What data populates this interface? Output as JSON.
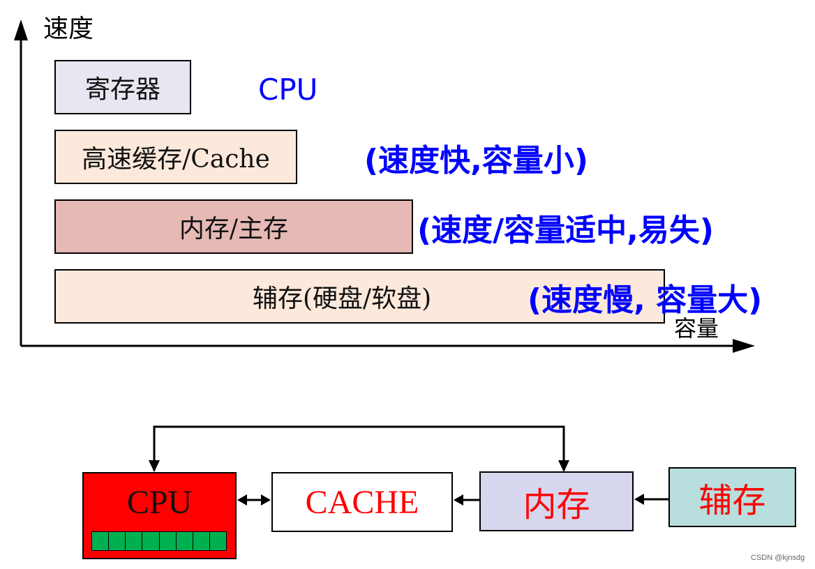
{
  "hierarchy": {
    "y_axis_label": "速度",
    "x_axis_label": "容量",
    "cpu_label": "CPU",
    "levels": [
      {
        "label": "寄存器",
        "note": "",
        "fill": "#e8e6f0"
      },
      {
        "label": "高速缓存/Cache",
        "note": "(速度快,容量小)",
        "fill": "#fce9dc"
      },
      {
        "label": "内存/主存",
        "note": "(速度/容量适中,易失)",
        "fill": "#e6b9b5"
      },
      {
        "label": "辅存(硬盘/软盘)",
        "note": "(速度慢, 容量大)",
        "fill": "#fce9dc"
      }
    ]
  },
  "flow": {
    "nodes": [
      {
        "label": "CPU",
        "fill": "#ff0000",
        "text_color": "#111111"
      },
      {
        "label": "CACHE",
        "fill": "#ffffff",
        "text_color": "#ff0000"
      },
      {
        "label": "内存",
        "fill": "#d6d6ef",
        "text_color": "#ff0000"
      },
      {
        "label": "辅存",
        "fill": "#b8dede",
        "text_color": "#ff0000"
      }
    ],
    "register_cells": 8,
    "register_color": "#00b050"
  },
  "watermark": "CSDN @kjnsdg"
}
